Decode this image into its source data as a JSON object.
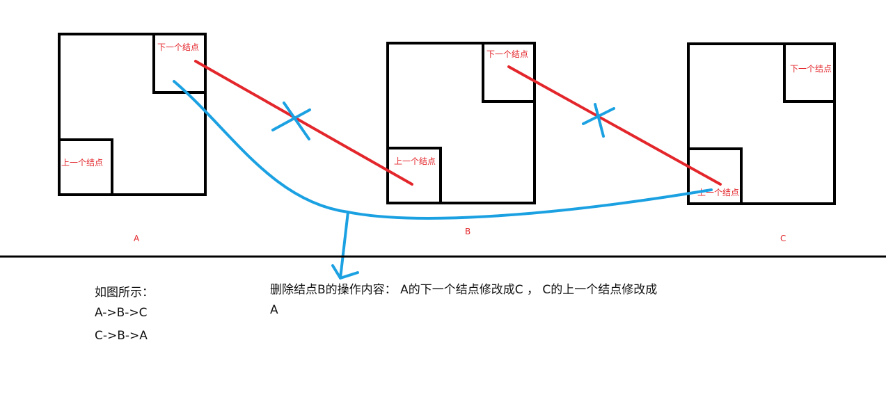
{
  "colors": {
    "box_stroke": "#000000",
    "label": "#e3262b",
    "removed_link": "#e3262b",
    "new_link": "#1ba1e2",
    "text": "#111111"
  },
  "nodes": [
    {
      "name": "A",
      "next_label": "下一个结点",
      "prev_label": "上一个结点"
    },
    {
      "name": "B",
      "next_label": "下一个结点",
      "prev_label": "上一个结点"
    },
    {
      "name": "C",
      "next_label": "下一个结点",
      "prev_label": "上一个结点"
    }
  ],
  "notes": {
    "intro_title": "如图所示：",
    "intro_line1": "A->B->C",
    "intro_line2": "C->B->A",
    "delete_text_line1": "删除结点B的操作内容：   A的下一个结点修改成C ， C的上一个结点修改成",
    "delete_text_line2": "A"
  }
}
